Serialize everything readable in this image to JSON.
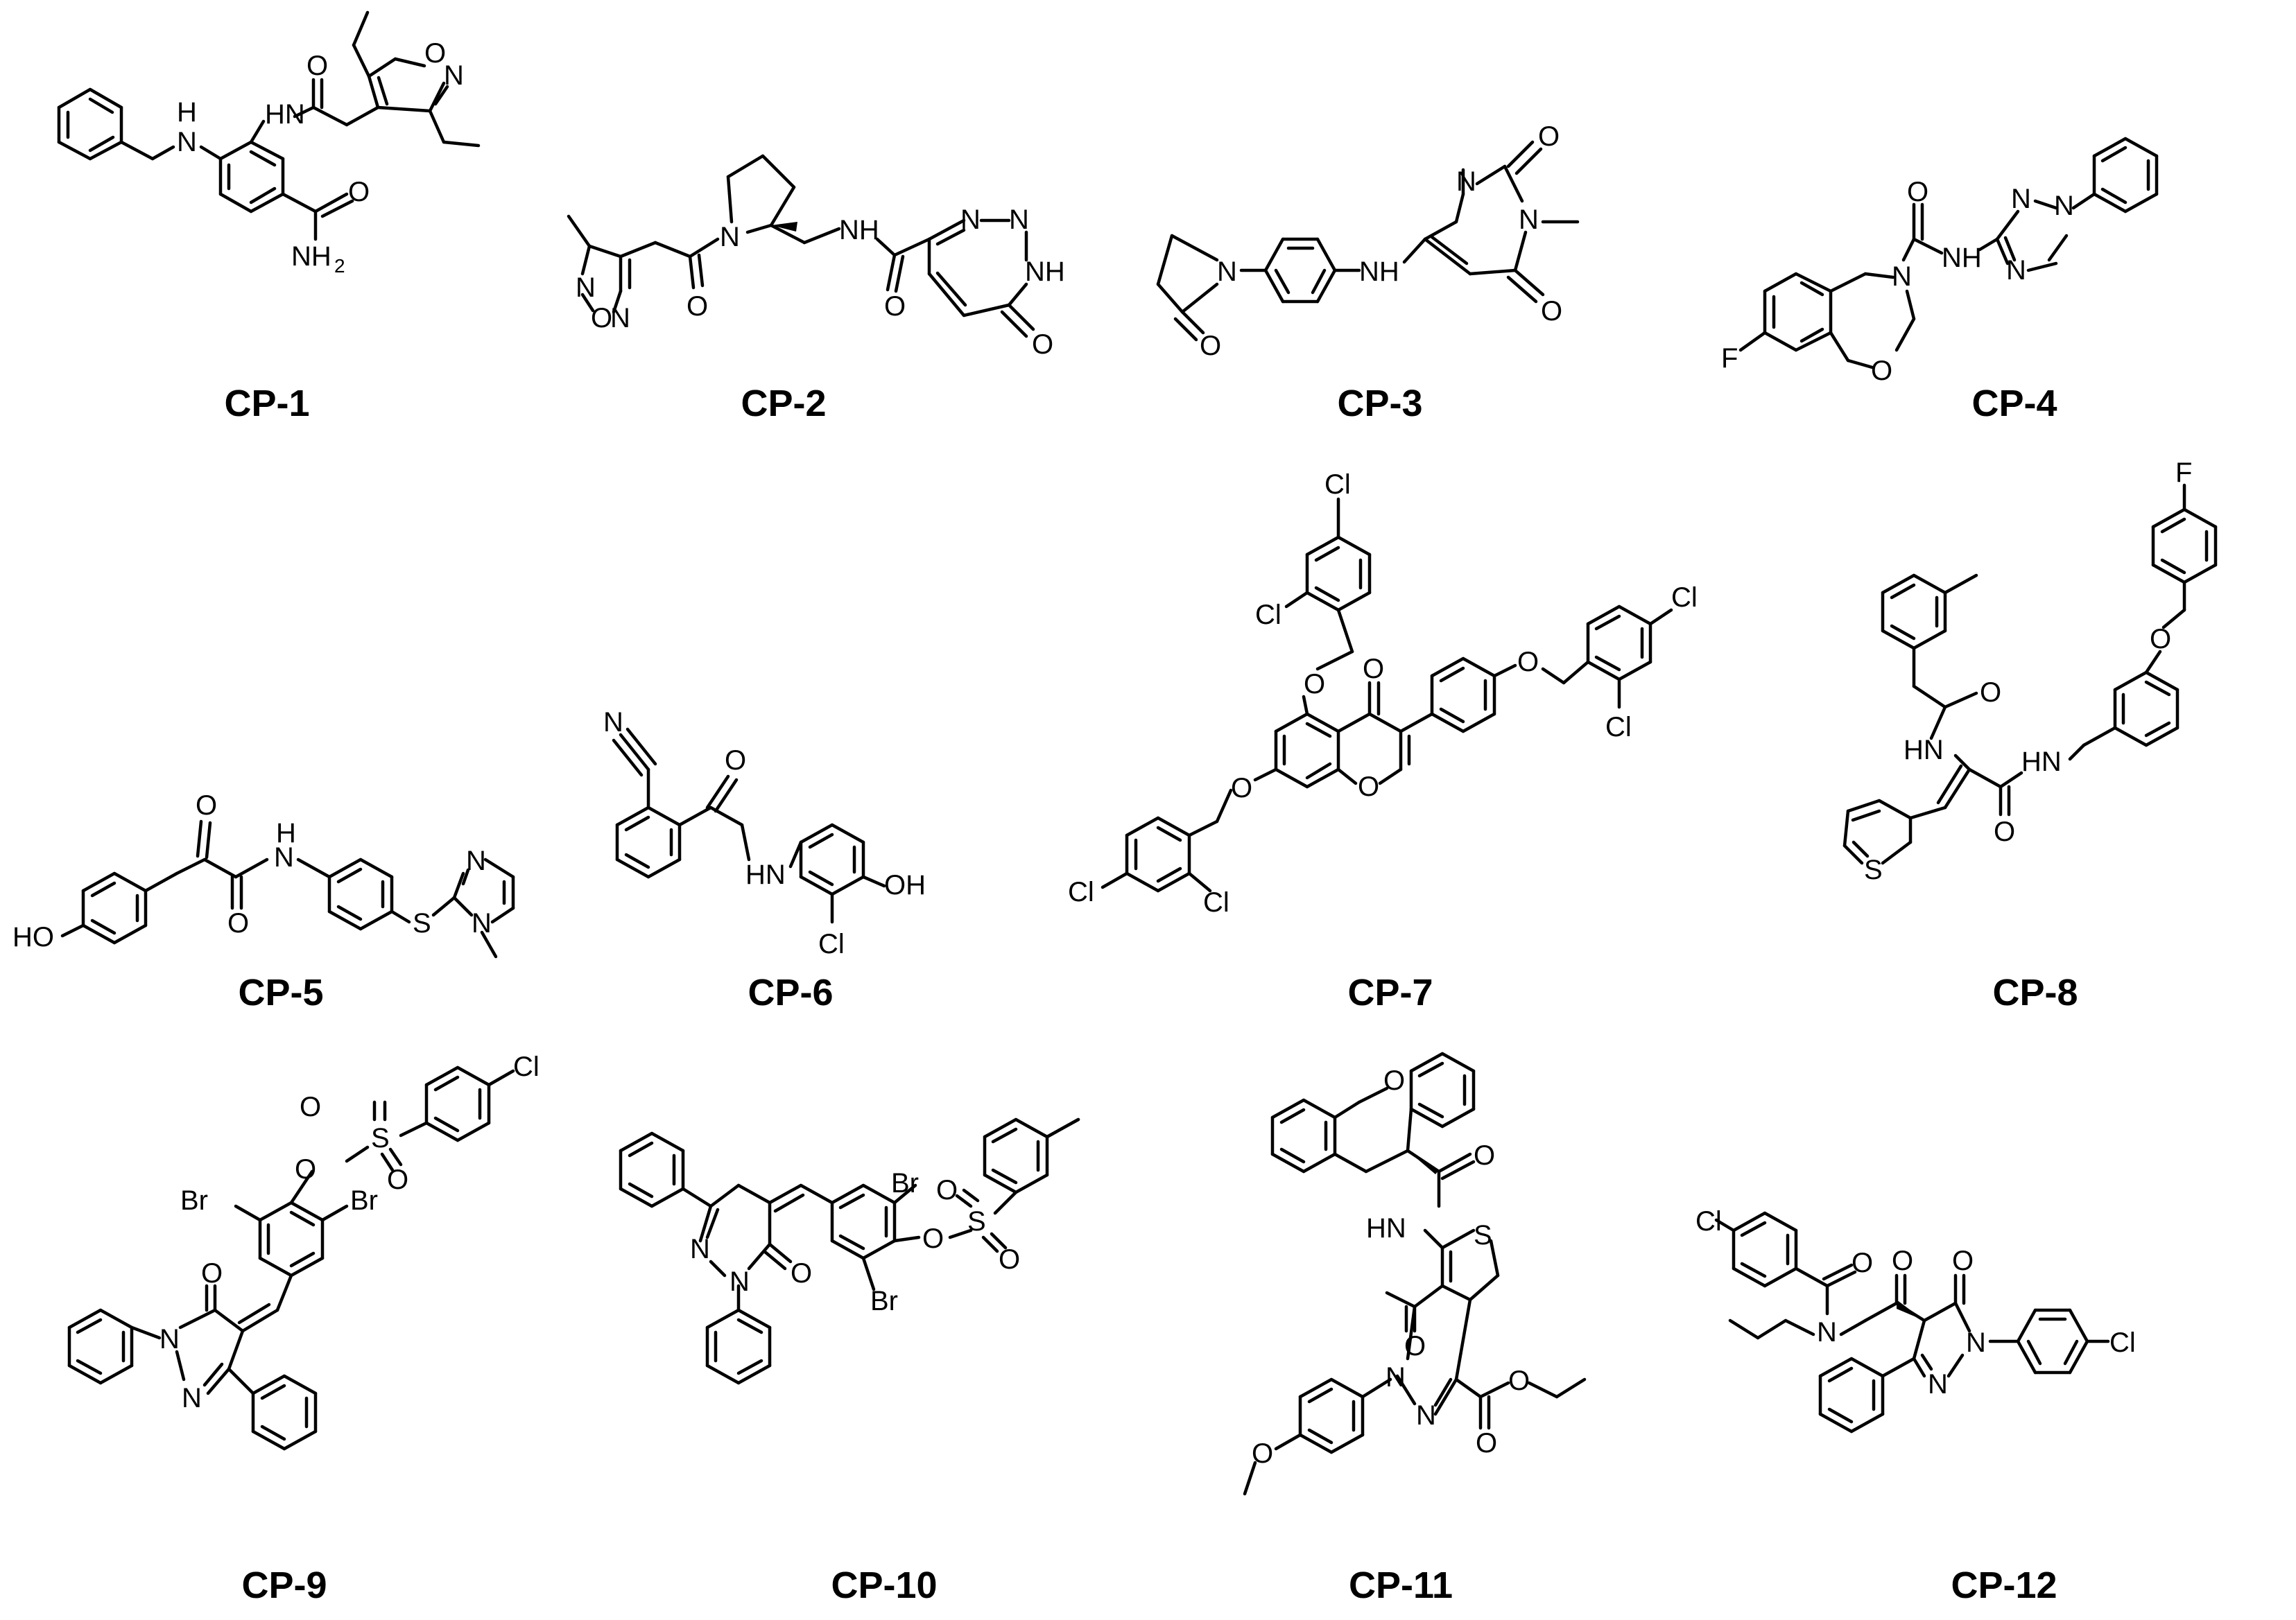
{
  "compounds": [
    {
      "label": "CP-1",
      "atoms": [
        {
          "id": "h1",
          "text": "HN"
        },
        {
          "id": "o1",
          "text": "O"
        },
        {
          "id": "o2",
          "text": "O"
        },
        {
          "id": "n1",
          "text": "N"
        },
        {
          "id": "nh",
          "text": "H"
        },
        {
          "id": "nn",
          "text": "N"
        },
        {
          "id": "o3",
          "text": "O"
        },
        {
          "id": "nh2",
          "text": "NH"
        },
        {
          "id": "nh2s",
          "text": "2"
        }
      ]
    },
    {
      "label": "CP-2",
      "atoms": [
        {
          "id": "n1",
          "text": "N"
        },
        {
          "id": "o1",
          "text": "O"
        },
        {
          "id": "n2",
          "text": "N"
        },
        {
          "id": "o2",
          "text": "O"
        },
        {
          "id": "n3",
          "text": "N"
        },
        {
          "id": "nh1",
          "text": "NH"
        },
        {
          "id": "o3",
          "text": "O"
        },
        {
          "id": "n4",
          "text": "N"
        },
        {
          "id": "n5",
          "text": "N"
        },
        {
          "id": "nh2",
          "text": "NH"
        },
        {
          "id": "o4",
          "text": "O"
        }
      ]
    },
    {
      "label": "CP-3",
      "atoms": [
        {
          "id": "n1",
          "text": "N"
        },
        {
          "id": "o1",
          "text": "O"
        },
        {
          "id": "nh",
          "text": "NH"
        },
        {
          "id": "n2",
          "text": "N"
        },
        {
          "id": "o2",
          "text": "O"
        },
        {
          "id": "n3",
          "text": "N"
        },
        {
          "id": "o3",
          "text": "O"
        }
      ]
    },
    {
      "label": "CP-4",
      "atoms": [
        {
          "id": "o1",
          "text": "O"
        },
        {
          "id": "n1",
          "text": "N"
        },
        {
          "id": "nh",
          "text": "NH"
        },
        {
          "id": "n2",
          "text": "N"
        },
        {
          "id": "n3",
          "text": "N"
        },
        {
          "id": "n4",
          "text": "N"
        },
        {
          "id": "f",
          "text": "F"
        },
        {
          "id": "o2",
          "text": "O"
        }
      ]
    },
    {
      "label": "CP-5",
      "atoms": [
        {
          "id": "o1",
          "text": "O"
        },
        {
          "id": "o2",
          "text": "O"
        },
        {
          "id": "h",
          "text": "H"
        },
        {
          "id": "n1",
          "text": "N"
        },
        {
          "id": "ho",
          "text": "HO"
        },
        {
          "id": "s",
          "text": "S"
        },
        {
          "id": "n2",
          "text": "N"
        },
        {
          "id": "n3",
          "text": "N"
        }
      ]
    },
    {
      "label": "CP-6",
      "atoms": [
        {
          "id": "n1",
          "text": "N"
        },
        {
          "id": "o1",
          "text": "O"
        },
        {
          "id": "hn",
          "text": "HN"
        },
        {
          "id": "oh",
          "text": "OH"
        },
        {
          "id": "cl",
          "text": "Cl"
        }
      ]
    },
    {
      "label": "CP-7",
      "atoms": [
        {
          "id": "cl1",
          "text": "Cl"
        },
        {
          "id": "cl2",
          "text": "Cl"
        },
        {
          "id": "o1",
          "text": "O"
        },
        {
          "id": "o2",
          "text": "O"
        },
        {
          "id": "o3",
          "text": "O"
        },
        {
          "id": "o4",
          "text": "O"
        },
        {
          "id": "o5",
          "text": "O"
        },
        {
          "id": "cl3",
          "text": "Cl"
        },
        {
          "id": "cl4",
          "text": "Cl"
        },
        {
          "id": "cl5",
          "text": "Cl"
        },
        {
          "id": "cl6",
          "text": "Cl"
        }
      ]
    },
    {
      "label": "CP-8",
      "atoms": [
        {
          "id": "f",
          "text": "F"
        },
        {
          "id": "o1",
          "text": "O"
        },
        {
          "id": "o2",
          "text": "O"
        },
        {
          "id": "hn1",
          "text": "HN"
        },
        {
          "id": "hn2",
          "text": "HN"
        },
        {
          "id": "o3",
          "text": "O"
        },
        {
          "id": "s",
          "text": "S"
        }
      ]
    },
    {
      "label": "CP-9",
      "atoms": [
        {
          "id": "cl",
          "text": "Cl"
        },
        {
          "id": "o1",
          "text": "O"
        },
        {
          "id": "s",
          "text": "S"
        },
        {
          "id": "o2",
          "text": "O"
        },
        {
          "id": "o3",
          "text": "O"
        },
        {
          "id": "br1",
          "text": "Br"
        },
        {
          "id": "br2",
          "text": "Br"
        },
        {
          "id": "o4",
          "text": "O"
        },
        {
          "id": "n1",
          "text": "N"
        },
        {
          "id": "n2",
          "text": "N"
        }
      ]
    },
    {
      "label": "CP-10",
      "atoms": [
        {
          "id": "br1",
          "text": "Br"
        },
        {
          "id": "o1",
          "text": "O"
        },
        {
          "id": "s",
          "text": "S"
        },
        {
          "id": "o2",
          "text": "O"
        },
        {
          "id": "o3",
          "text": "O"
        },
        {
          "id": "n1",
          "text": "N"
        },
        {
          "id": "n2",
          "text": "N"
        },
        {
          "id": "o4",
          "text": "O"
        },
        {
          "id": "br2",
          "text": "Br"
        }
      ]
    },
    {
      "label": "CP-11",
      "atoms": [
        {
          "id": "o1",
          "text": "O"
        },
        {
          "id": "o2",
          "text": "O"
        },
        {
          "id": "hn",
          "text": "HN"
        },
        {
          "id": "s",
          "text": "S"
        },
        {
          "id": "o3",
          "text": "O"
        },
        {
          "id": "n1",
          "text": "N"
        },
        {
          "id": "n2",
          "text": "N"
        },
        {
          "id": "o4",
          "text": "O"
        },
        {
          "id": "o5",
          "text": "O"
        },
        {
          "id": "o6",
          "text": "O"
        }
      ]
    },
    {
      "label": "CP-12",
      "atoms": [
        {
          "id": "cl1",
          "text": "Cl"
        },
        {
          "id": "o1",
          "text": "O"
        },
        {
          "id": "n1",
          "text": "N"
        },
        {
          "id": "o2",
          "text": "O"
        },
        {
          "id": "o3",
          "text": "O"
        },
        {
          "id": "n2",
          "text": "N"
        },
        {
          "id": "n3",
          "text": "N"
        },
        {
          "id": "cl2",
          "text": "Cl"
        }
      ]
    }
  ]
}
